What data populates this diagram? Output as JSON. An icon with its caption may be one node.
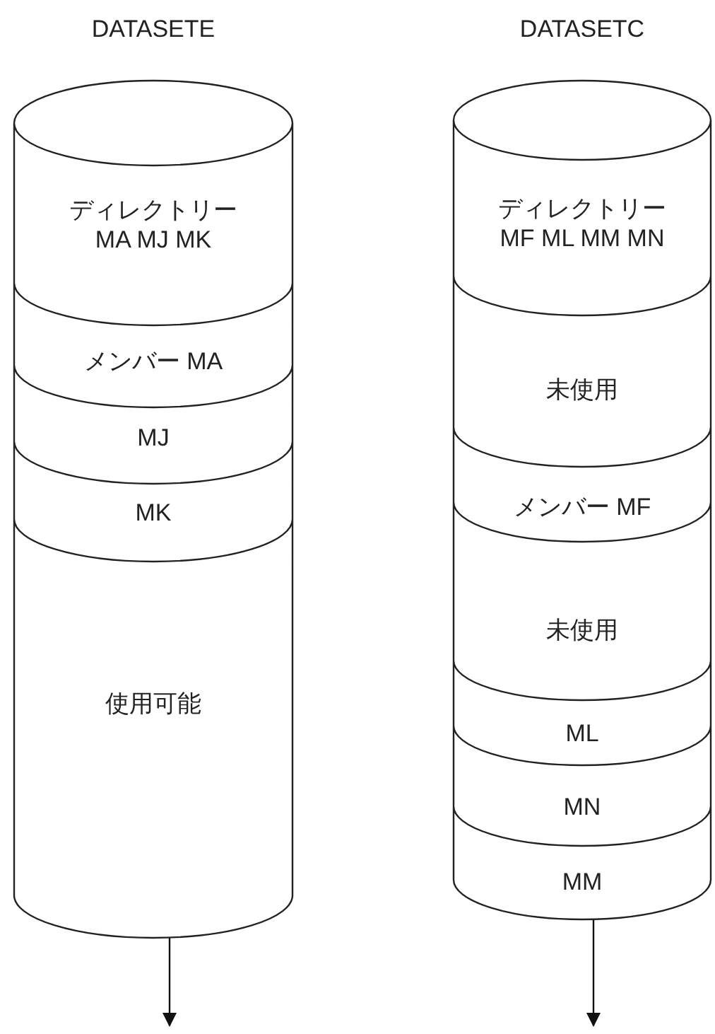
{
  "diagram": {
    "nodes": [
      {
        "text": [
          "DATASETE"
        ]
      },
      {
        "text": [
          "ディレクトリー MA MJ MK"
        ],
        "in": 0
      },
      {
        "text": [
          "メンバー MA"
        ],
        "in": 0
      },
      {
        "text": [
          "MJ"
        ],
        "in": 0
      },
      {
        "text": [
          "MK"
        ],
        "in": 0
      },
      {
        "text": [
          "使用可能"
        ],
        "in": 0
      },
      {
        "text": [
          "DATASETC"
        ]
      },
      {
        "text": [
          "ディレクトリー MF ML MM MN"
        ],
        "in": 6
      },
      {
        "text": [
          "未使用"
        ],
        "in": 6
      },
      {
        "text": [
          "メンバー MF"
        ],
        "in": 6
      },
      {
        "text": [
          "未使用"
        ],
        "in": 6
      },
      {
        "text": [
          "ML"
        ],
        "in": 6
      },
      {
        "text": [
          "MN"
        ],
        "in": 6
      },
      {
        "text": [
          "MM"
        ],
        "in": 6
      }
    ],
    "edges": [
      {
        "from": 0,
        "to": null,
        "arrow": "to"
      },
      {
        "from": 6,
        "to": null,
        "arrow": "to"
      }
    ]
  }
}
